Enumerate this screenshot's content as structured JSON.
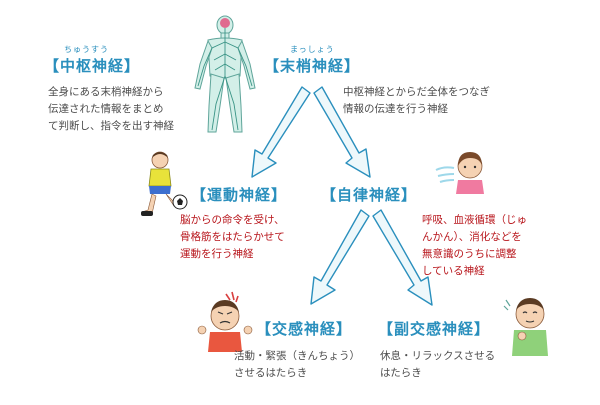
{
  "colors": {
    "heading": "#2a8fbd",
    "arrow_fill": "#eef8fb",
    "arrow_stroke": "#2a8fbd",
    "text_gray": "#4d4d4d",
    "text_red": "#b8161c"
  },
  "central": {
    "ruby": "ちゅうすう",
    "title": "【中枢神経】",
    "desc": "全身にある末梢神経から\n伝達された情報をまとめ\nて判断し、指令を出す神経"
  },
  "peripheral": {
    "ruby": "まっしょう",
    "title": "【末梢神経】",
    "desc": "中枢神経とからだ全体をつなぎ\n情報の伝達を行う神経"
  },
  "motor": {
    "title": "【運動神経】",
    "desc": "脳からの命令を受け、\n骨格筋をはたらかせて\n運動を行う神経"
  },
  "autonomic": {
    "title": "【自律神経】",
    "desc": "呼吸、血液循環（じゅ\nんかん）、消化などを\n無意識のうちに調整\nしている神経"
  },
  "sympathetic": {
    "title": "【交感神経】",
    "desc": "活動・緊張（きんちょう）\nさせるはたらき"
  },
  "parasympathetic": {
    "title": "【副交感神経】",
    "desc": "休息・リラックスさせる\nはたらき"
  },
  "icons": {
    "body": "nervous-system-body-icon",
    "soccer": "soccer-kid-icon",
    "breathing": "breathing-girl-icon",
    "angry": "angry-kid-icon",
    "relaxed": "relaxed-kid-icon"
  }
}
